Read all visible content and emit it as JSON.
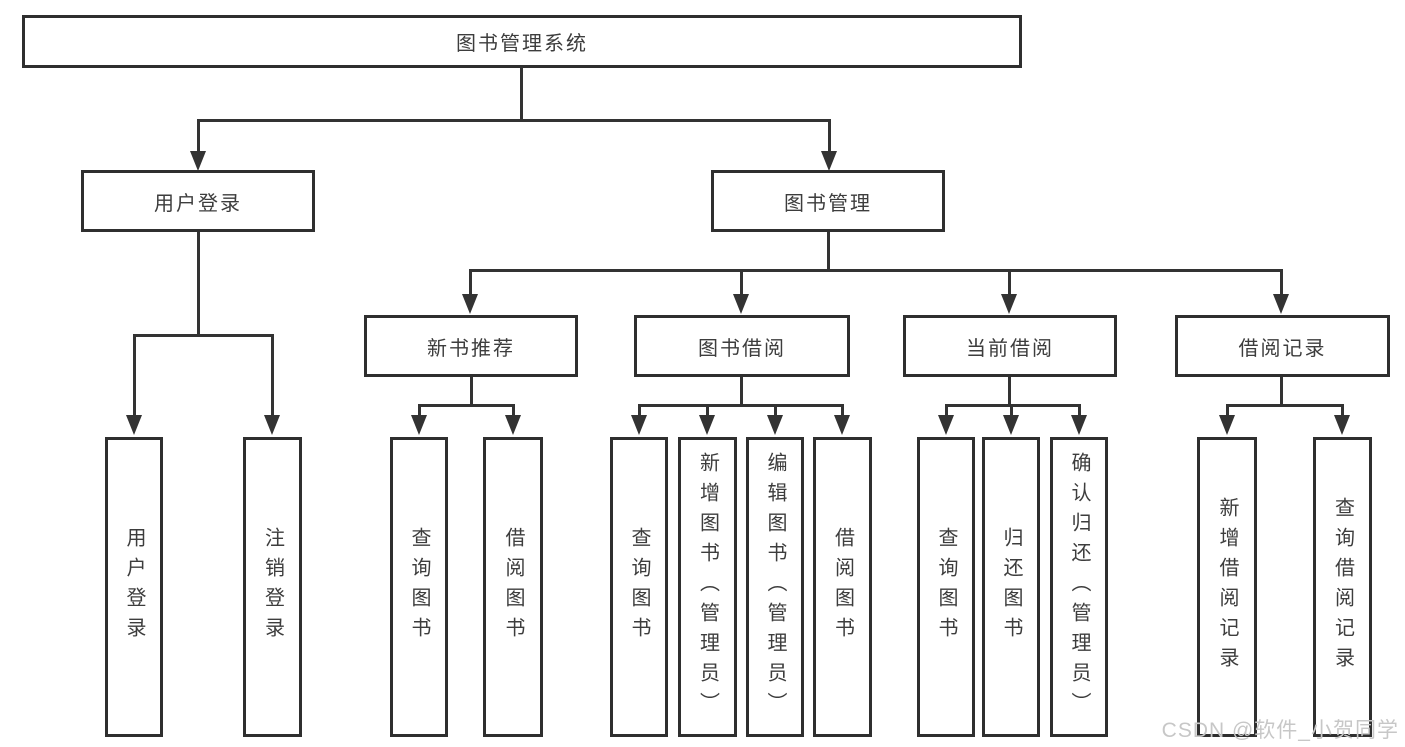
{
  "tree": {
    "root": "图书管理系统",
    "level2": [
      "用户登录",
      "图书管理"
    ],
    "level3": [
      "新书推荐",
      "图书借阅",
      "当前借阅",
      "借阅记录"
    ],
    "leaves_user": [
      "用户登录",
      "注销登录"
    ],
    "leaves_recommend": [
      "查询图书",
      "借阅图书"
    ],
    "leaves_borrow": [
      "查询图书",
      "新增图书（管理员）",
      "编辑图书（管理员）",
      "借阅图书"
    ],
    "leaves_current": [
      "查询图书",
      "归还图书",
      "确认归还（管理员）"
    ],
    "leaves_records": [
      "新增借阅记录",
      "查询借阅记录"
    ]
  },
  "watermark": "CSDN @软件_小贺同学",
  "colors": {
    "line": "#333333",
    "box_border": "#2f2f2f",
    "text": "#3d3d3d",
    "watermark": "#c7c7c7",
    "background": "#ffffff"
  }
}
